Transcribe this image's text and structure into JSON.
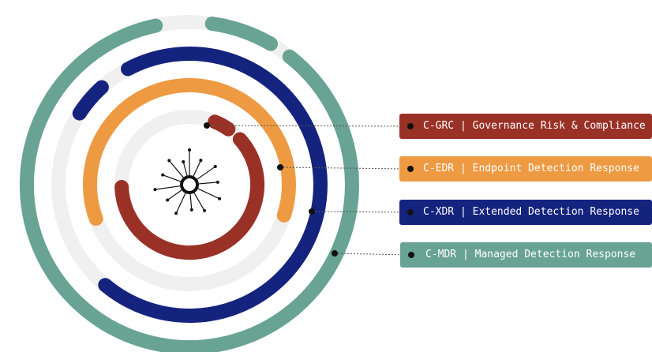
{
  "colors": {
    "grc": "#9a3127",
    "edr": "#ee9a43",
    "xdr": "#14237e",
    "mdr": "#68a394",
    "track": "#f0f0f0",
    "hub": "#111111"
  },
  "icons": {
    "hub": "network-hub-icon"
  },
  "rings": [
    {
      "id": "grc",
      "label": "C-GRC | Governance Risk & Compliance"
    },
    {
      "id": "edr",
      "label": "C-EDR | Endpoint Detection Response"
    },
    {
      "id": "xdr",
      "label": "C-XDR | Extended Detection Response"
    },
    {
      "id": "mdr",
      "label": "C-MDR | Managed Detection Response"
    }
  ]
}
